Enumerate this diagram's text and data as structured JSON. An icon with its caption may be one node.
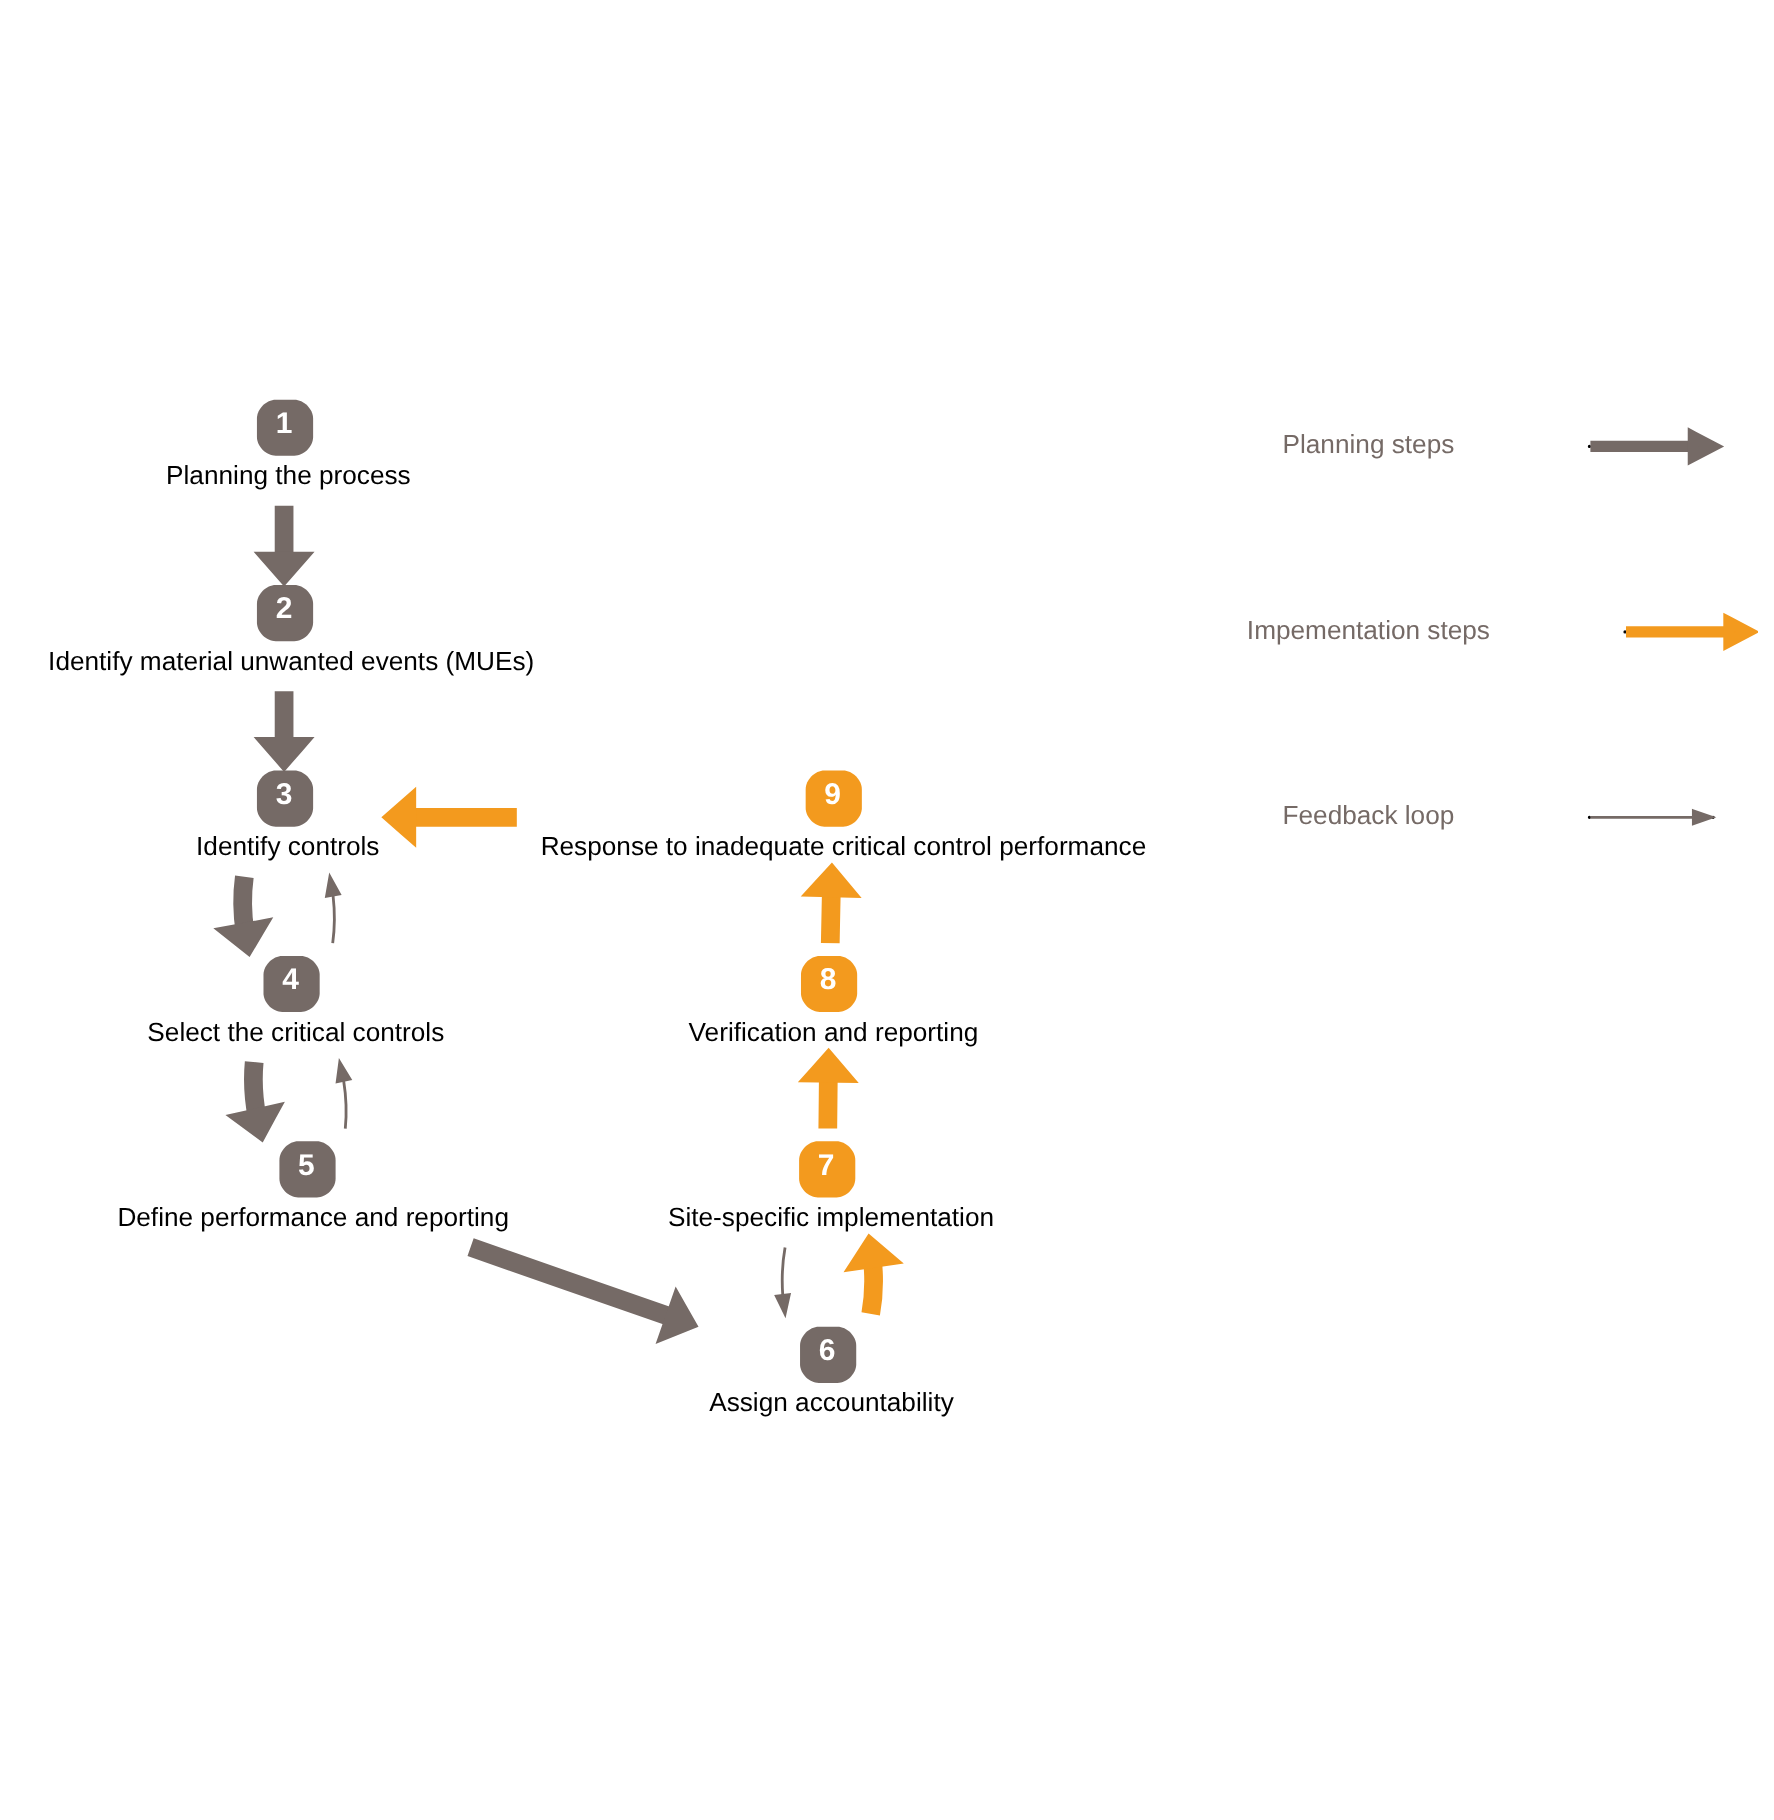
{
  "diagram": {
    "nodes": [
      {
        "text": [
          "1",
          "Planning the process"
        ]
      },
      {
        "text": [
          "2",
          "Identify material unwanted events (MUEs)"
        ]
      },
      {
        "text": [
          "3",
          "Identify controls"
        ]
      },
      {
        "text": [
          "4",
          "Select the critical controls"
        ]
      },
      {
        "text": [
          "5",
          "Define performance and reporting"
        ]
      },
      {
        "text": [
          "6",
          "Assign accountability"
        ]
      },
      {
        "text": [
          "7",
          "Site-specific implementation"
        ]
      },
      {
        "text": [
          "8",
          "Verification and reporting"
        ]
      },
      {
        "text": [
          "9",
          "Response to inadequate critical control performance"
        ]
      }
    ],
    "edges": [
      {
        "from": 0,
        "to": 1,
        "arrow": "to"
      },
      {
        "from": 1,
        "to": 2,
        "arrow": "to"
      },
      {
        "from": 2,
        "to": 3,
        "arrow": "to"
      },
      {
        "from": 3,
        "to": 4,
        "arrow": "to"
      },
      {
        "from": 4,
        "to": 5,
        "arrow": "to"
      },
      {
        "from": 5,
        "to": 6,
        "arrow": "to",
        "color": "#f39a1e"
      },
      {
        "from": 6,
        "to": 7,
        "arrow": "to",
        "color": "#f39a1e"
      },
      {
        "from": 7,
        "to": 8,
        "arrow": "to",
        "color": "#f39a1e"
      },
      {
        "from": 8,
        "to": 2,
        "arrow": "to",
        "color": "#f39a1e"
      },
      {
        "from": 3,
        "to": 2,
        "arrow": "to"
      },
      {
        "from": 4,
        "to": 3,
        "arrow": "to"
      },
      {
        "from": 6,
        "to": 5,
        "arrow": "to"
      }
    ],
    "legend": [
      {
        "text": "Planning steps"
      },
      {
        "text": "Impementation steps"
      },
      {
        "text": "Feedback loop"
      }
    ]
  }
}
